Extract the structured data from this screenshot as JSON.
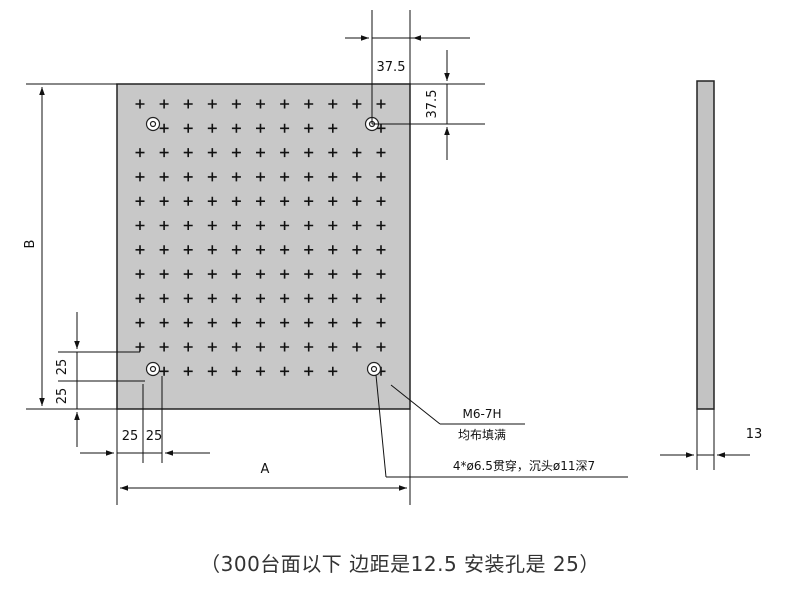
{
  "dimensions": {
    "top_right_offset_x": "37.5",
    "top_right_offset_y": "37.5",
    "bottom_left_offset_y_outer": "25",
    "bottom_left_offset_y_inner": "25",
    "bottom_left_offset_x_outer": "25",
    "bottom_left_offset_x_inner": "25",
    "width_label": "A",
    "height_label": "B",
    "thickness": "13"
  },
  "notes": {
    "thread": "M6-7H",
    "thread_fill": "均布填满",
    "mounting_hole": "4*ø6.5贯穿，沉头ø11深7"
  },
  "caption": "（300台面以下  边距是12.5   安装孔是 25）",
  "colors": {
    "plate_fill": "#c8c8c8",
    "side_fill": "#c3c3c3",
    "line": "#111111"
  }
}
